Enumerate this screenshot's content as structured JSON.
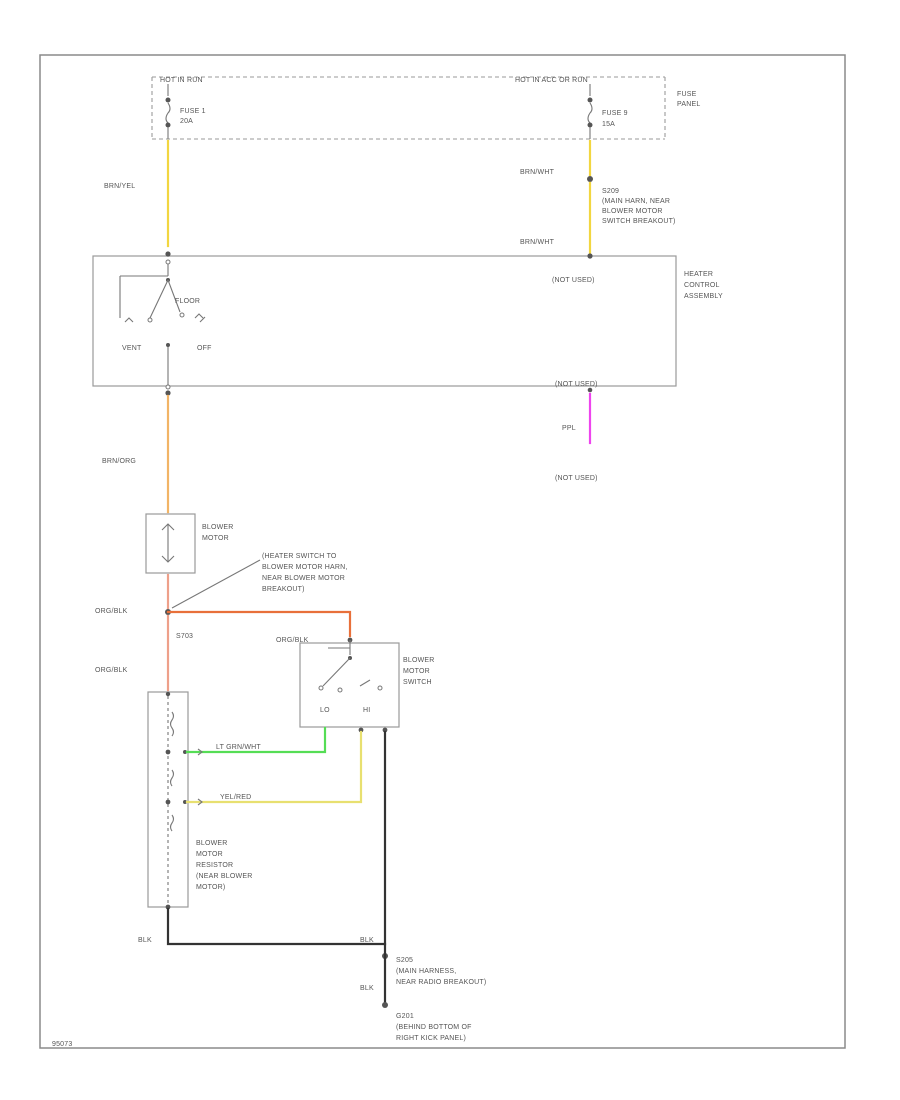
{
  "fuse_panel": {
    "left_feed": "HOT IN RUN",
    "right_feed": "HOT IN ACC OR RUN",
    "panel_label": [
      "FUSE",
      "PANEL"
    ],
    "fuse1": [
      "FUSE 1",
      "20A"
    ],
    "fuse2": [
      "FUSE 9",
      "15A"
    ]
  },
  "wires": {
    "brn_yel": "BRN/YEL",
    "brn_wht_top": "BRN/WHT",
    "brn_wht_bottom": "BRN/WHT",
    "brn_org": "BRN/ORG",
    "ppl": "PPL",
    "org_blk_1": "ORG/BLK",
    "org_blk_2": "ORG/BLK",
    "org_blk_3": "ORG/BLK",
    "lt_grn_wht": "LT GRN/WHT",
    "yel_red": "YEL/RED",
    "blk_1": "BLK",
    "blk_2": "BLK",
    "blk_3": "BLK"
  },
  "splices": {
    "s209": [
      "S209",
      "(MAIN HARN, NEAR",
      "BLOWER MOTOR",
      "SWITCH BREAKOUT)"
    ],
    "s205": [
      "S205",
      "(MAIN HARNESS,",
      "NEAR RADIO BREAKOUT)"
    ],
    "g201": [
      "G201",
      "(BEHIND BOTTOM OF",
      "RIGHT KICK PANEL)"
    ],
    "s703": "S703",
    "s703_note": [
      "(HEATER SWITCH TO",
      "BLOWER MOTOR HARN,",
      "NEAR BLOWER MOTOR",
      "BREAKOUT)"
    ]
  },
  "heater_control": {
    "label": [
      "HEATER",
      "CONTROL",
      "ASSEMBLY"
    ],
    "not_used_1": "(NOT USED)",
    "not_used_2": "(NOT USED)",
    "not_used_3": "(NOT USED)",
    "floor": "FLOOR",
    "vent": "VENT",
    "off": "OFF"
  },
  "blower_motor": [
    "BLOWER",
    "MOTOR"
  ],
  "blower_switch": {
    "label": [
      "BLOWER",
      "MOTOR",
      "SWITCH"
    ],
    "lo": "LO",
    "hi": "HI"
  },
  "resistor": [
    "BLOWER",
    "MOTOR",
    "RESISTOR",
    "(NEAR BLOWER",
    "MOTOR)"
  ],
  "diagram_id": "95073",
  "colors": {
    "yellow": "#f2d640",
    "orange": "#f2b466",
    "red_orange": "#e8703a",
    "salmon": "#eea08a",
    "green": "#55dd55",
    "yellow_red": "#e8e070",
    "black": "#333333",
    "pink": "#ee44ee"
  }
}
